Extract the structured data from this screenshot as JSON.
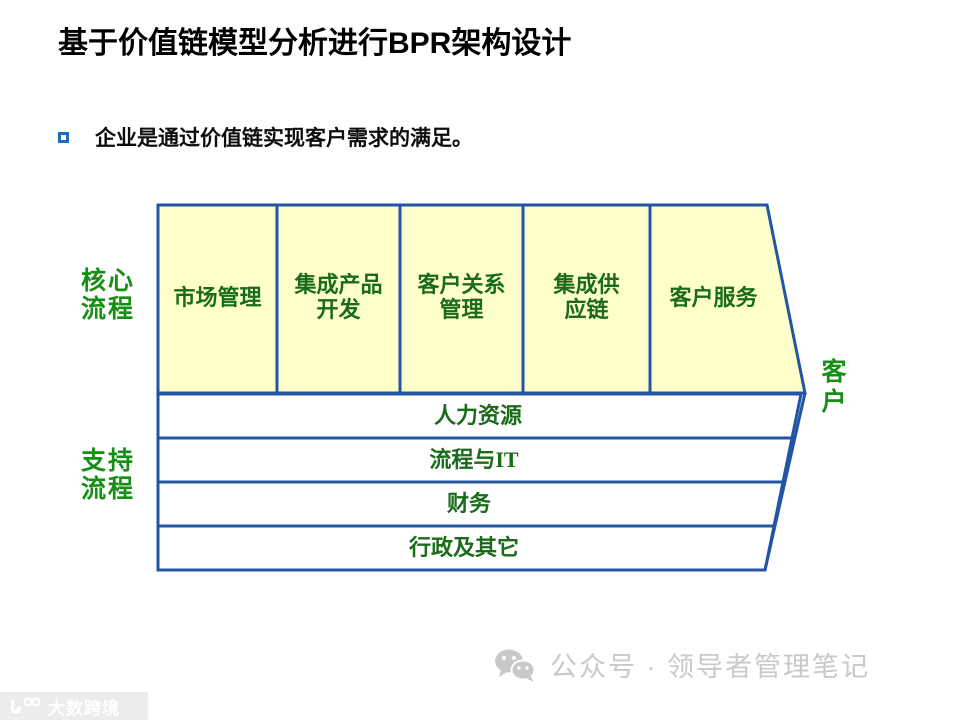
{
  "slide": {
    "title": "基于价值链模型分析进行BPR架构设计",
    "bullet": {
      "marker": "square-bullet-icon",
      "text": "企业是通过价值链实现客户需求的满足。"
    }
  },
  "diagram": {
    "name": "value-chain-bpr-diagram",
    "core_row_label": "核心\n流程",
    "support_row_label": "支持\n流程",
    "customer_label": "客\n户",
    "core_processes": [
      {
        "label": "市场管理"
      },
      {
        "label": "集成产品\n开发"
      },
      {
        "label": "客户关系\n管理"
      },
      {
        "label": "集成供\n应链"
      },
      {
        "label": "客户服务"
      }
    ],
    "support_processes": [
      {
        "label": "人力资源"
      },
      {
        "label": "流程与IT"
      },
      {
        "label": "财务"
      },
      {
        "label": "行政及其它"
      }
    ],
    "colors": {
      "core_fill": "#ffffcc",
      "support_fill": "#ffffff",
      "border": "#2255a4",
      "text_green": "#1a6b1a",
      "label_green": "#159015",
      "bullet_blue": "#1f6fb4"
    }
  },
  "watermarks": {
    "wechat": {
      "icon": "wechat-icon",
      "text": "公众号 · 领导者管理笔记",
      "color": "#c9c9c9"
    },
    "logo": {
      "icon": "daxua-logo-icon",
      "text": "大数跨境",
      "strip_color": "#ececec",
      "text_color": "#ffffff"
    }
  }
}
